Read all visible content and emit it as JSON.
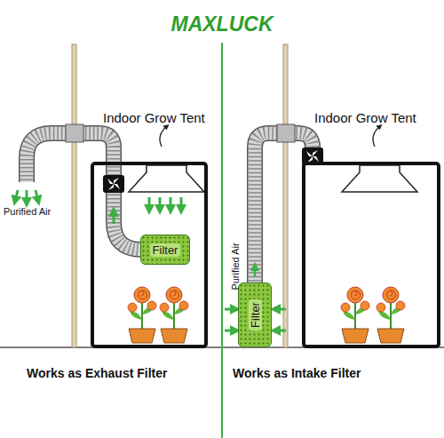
{
  "diagram": {
    "title": "MAXLUCK",
    "nodes": [
      {
        "text": [
          "Indoor Grow Tent"
        ]
      },
      {
        "text": [
          "Filter"
        ],
        "in": 0
      },
      {
        "text": [
          "Indoor Grow Tent"
        ]
      },
      {
        "text": [
          "Filter"
        ]
      }
    ],
    "labels": [
      "Purified Air",
      "Purified Air",
      "Works as Exhaust Filter",
      "Works as Intake Filter"
    ]
  }
}
